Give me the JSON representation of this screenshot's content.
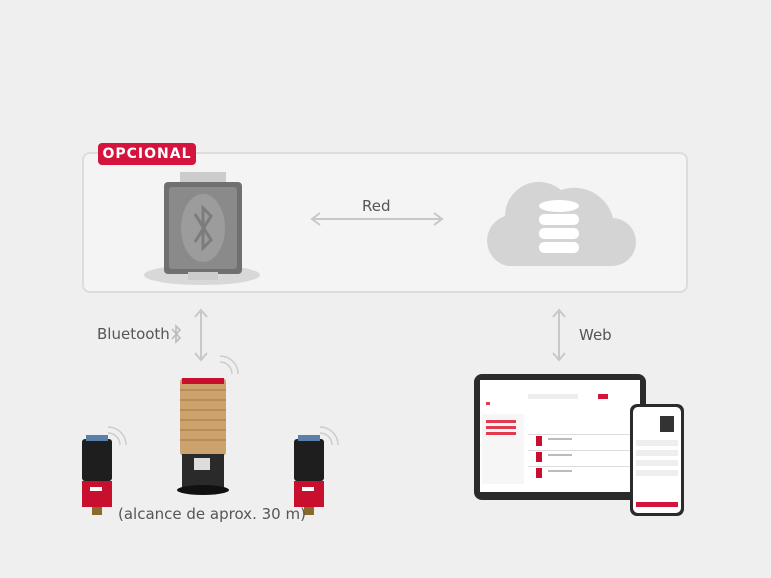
{
  "optional_badge": "OPCIONAL",
  "labels": {
    "network": "Red",
    "bluetooth": "Bluetooth",
    "web": "Web",
    "range": "(alcance de aprox. 30 m)"
  },
  "icons": [
    "gateway-bluetooth-icon",
    "cloud-database-icon",
    "bluetooth-icon",
    "wifi-signal-icon",
    "double-arrow-icon"
  ],
  "colors": {
    "accent": "#d5143d",
    "arrow": "#c8c8c8",
    "background": "#efefef"
  }
}
